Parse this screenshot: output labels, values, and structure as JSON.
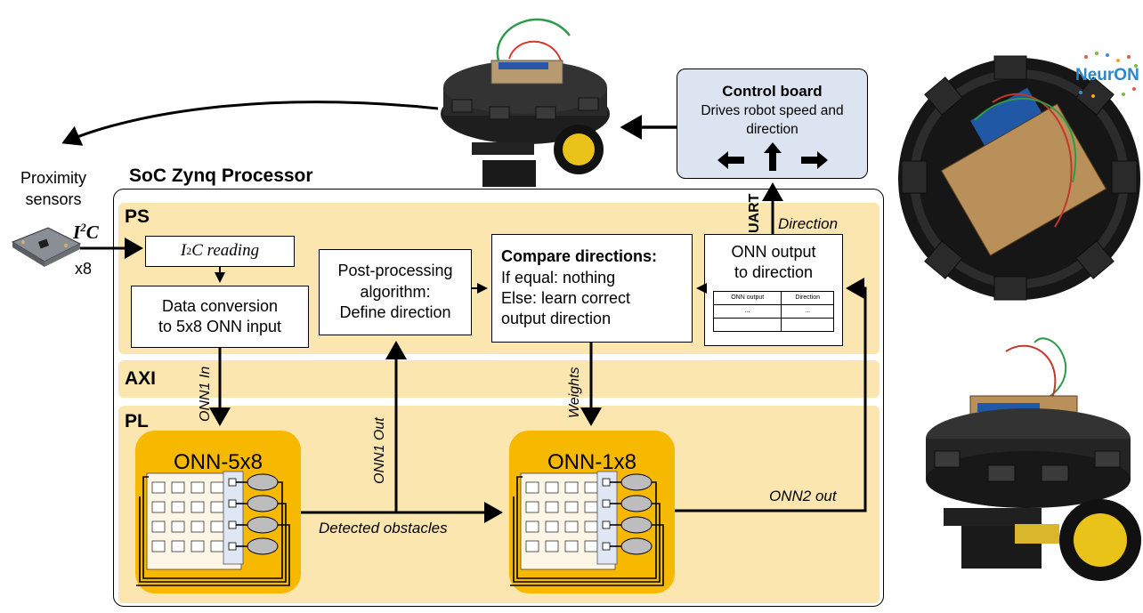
{
  "sensors": {
    "label_line1": "Proximity",
    "label_line2": "sensors",
    "protocol_base": "I",
    "protocol_exp": "2",
    "protocol_suffix": "C",
    "count": "x8"
  },
  "processor": {
    "title": "SoC Zynq Processor",
    "sections": {
      "ps": "PS",
      "axi": "AXI",
      "pl": "PL"
    }
  },
  "ps_blocks": {
    "i2c_reading": {
      "base": "I",
      "exp": "2",
      "suffix": "C reading"
    },
    "data_conversion": [
      "Data conversion",
      "to 5x8 ONN input"
    ],
    "post_processing": [
      "Post-processing",
      "algorithm:",
      "Define direction"
    ],
    "compare": {
      "title": "Compare directions:",
      "line1": "If equal: nothing",
      "line2": "Else: learn correct",
      "line3": "output direction"
    },
    "onn_output": {
      "line1": "ONN output",
      "line2": "to direction",
      "table_header_1": "ONN output",
      "table_header_2": "Direction",
      "table_cell_1": "...",
      "table_cell_2": "..."
    }
  },
  "pl_blocks": {
    "onn1": "ONN-5x8",
    "onn2": "ONN-1x8"
  },
  "signals": {
    "onn1_in": "ONN1 In",
    "onn1_out": "ONN1 Out",
    "weights": "Weights",
    "detected_obstacles": "Detected obstacles",
    "onn2_out": "ONN2 out",
    "direction": "Direction",
    "uart": "UART"
  },
  "control_board": {
    "title": "Control board",
    "line1": "Drives robot  speed and",
    "line2": "direction"
  },
  "logo": {
    "text": "NeurON"
  },
  "colors": {
    "section_band": "#fbe6b0",
    "onn_frame": "#f7b900",
    "control_board": "#dce4f2",
    "logo": "#2d87c9"
  }
}
